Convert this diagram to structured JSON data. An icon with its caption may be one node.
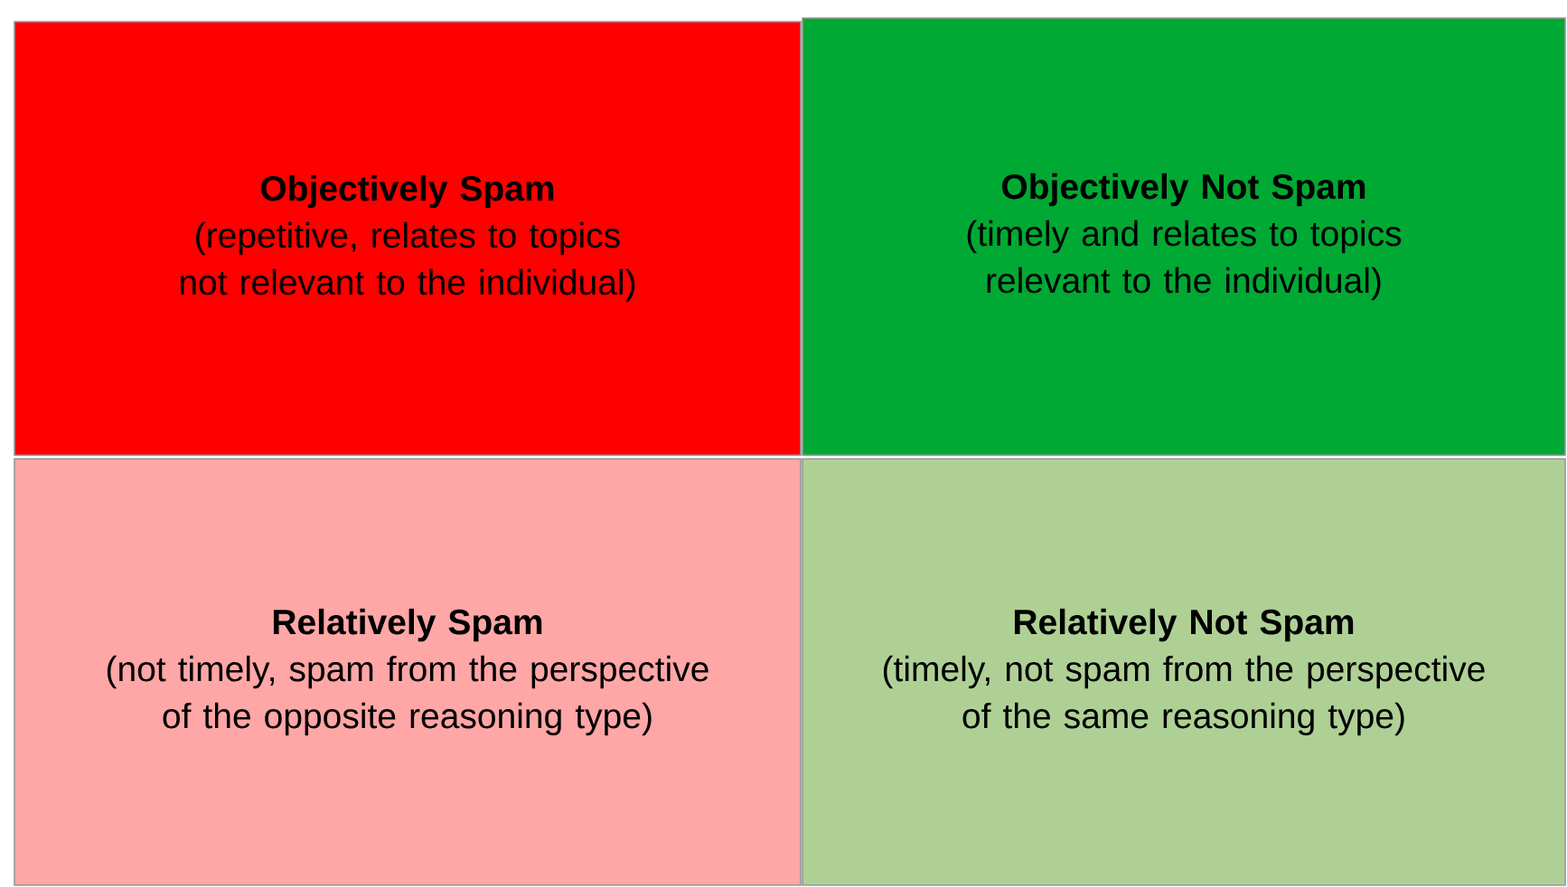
{
  "diagram": {
    "nodes": [
      {
        "text": [
          "Objectively Spam",
          "(repetitive, relates to topics not relevant to the individual)"
        ]
      },
      {
        "text": [
          "Objectively Not Spam",
          "(timely and relates to topics relevant to the individual)"
        ]
      },
      {
        "text": [
          "Relatively Spam",
          "(not timely, spam from the perspective of the opposite reasoning type)"
        ]
      },
      {
        "text": [
          "Relatively Not Spam",
          "(timely, not spam from the perspective of the same reasoning type)"
        ]
      }
    ]
  }
}
